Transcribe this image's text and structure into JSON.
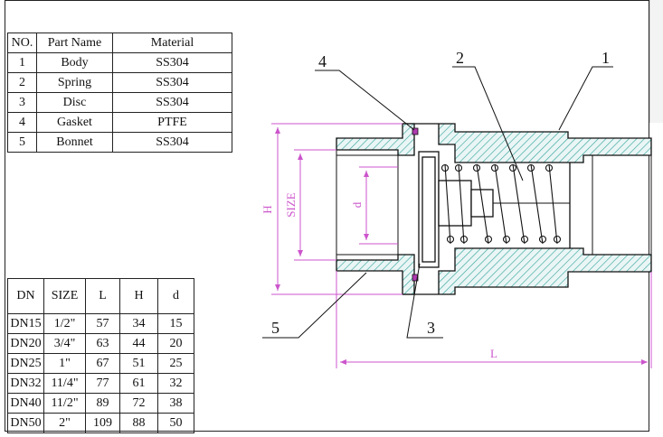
{
  "parts_table": {
    "headers": [
      "NO.",
      "Part Name",
      "Material"
    ],
    "rows": [
      [
        "1",
        "Body",
        "SS304"
      ],
      [
        "2",
        "Spring",
        "SS304"
      ],
      [
        "3",
        "Disc",
        "SS304"
      ],
      [
        "4",
        "Gasket",
        "PTFE"
      ],
      [
        "5",
        "Bonnet",
        "SS304"
      ]
    ]
  },
  "dims_table": {
    "headers": [
      "DN",
      "SIZE",
      "L",
      "H",
      "d"
    ],
    "rows": [
      [
        "DN15",
        "1/2\"",
        "57",
        "34",
        "15"
      ],
      [
        "DN20",
        "3/4\"",
        "63",
        "44",
        "20"
      ],
      [
        "DN25",
        "1\"",
        "67",
        "51",
        "25"
      ],
      [
        "DN32",
        "11/4\"",
        "77",
        "61",
        "32"
      ],
      [
        "DN40",
        "11/2\"",
        "89",
        "72",
        "38"
      ],
      [
        "DN50",
        "2\"",
        "109",
        "88",
        "50"
      ]
    ]
  },
  "drawing": {
    "callouts": [
      "1",
      "2",
      "3",
      "4",
      "5"
    ],
    "dim_labels": {
      "height": "H",
      "size": "SIZE",
      "bore": "d",
      "length": "L"
    },
    "colors": {
      "hatch": "#3aa6a0",
      "dimension": "#cc55cc",
      "gasket": "#b03ab0",
      "outline": "#111111"
    }
  }
}
